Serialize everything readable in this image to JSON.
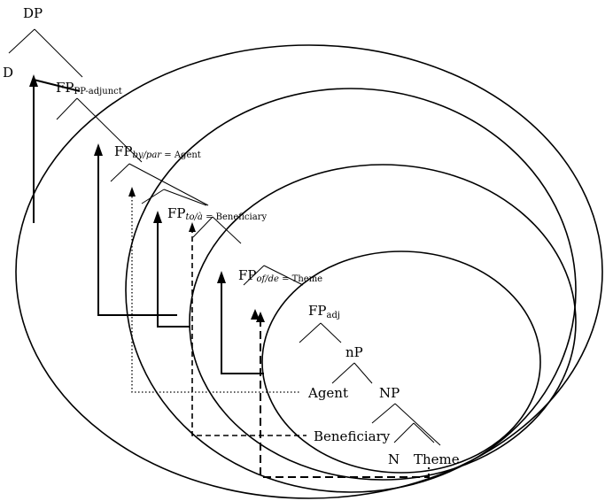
{
  "nodes": {
    "dp": "DP",
    "d": "D",
    "fp1": {
      "main": "FP",
      "sub": "PP-adjunct"
    },
    "fp2": {
      "main": "FP",
      "sub_italic": "by/par",
      "sub": " = Agent"
    },
    "fp3": {
      "main": "FP",
      "sub_italic": "to/à",
      "sub": " = Beneficiary"
    },
    "fp4": {
      "main": "FP",
      "sub_italic": "of/de",
      "sub": " = Theme"
    },
    "fp5": {
      "main": "FP",
      "sub": "adj"
    },
    "np_small": "nP",
    "agent": "Agent",
    "np": "NP",
    "beneficiary": "Beneficiary",
    "n": "N",
    "theme": "Theme"
  }
}
